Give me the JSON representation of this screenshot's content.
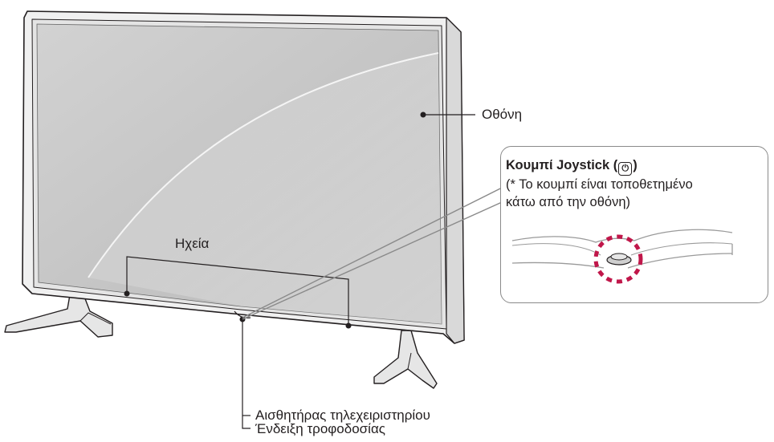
{
  "labels": {
    "screen": "Οθόνη",
    "speakers": "Ηχεία",
    "remote_sensor": "Αισθητήρας τηλεχειριστηρίου",
    "power_indicator": "Ένδειξη τροφοδοσίας"
  },
  "callout": {
    "title_prefix": "Κουμπί Joystick (",
    "title_suffix": ")",
    "power_glyph": "⏻",
    "note_line1": "(* Το κουμπί είναι τοποθετημένο",
    "note_line2": "κάτω από την οθόνη)"
  },
  "colors": {
    "frame_outline": "#231f20",
    "screen_fill": "#bfbfbf",
    "bezel_fill": "#e9e9e9",
    "highlight_dash": "#c0174a",
    "leader_line": "#231f20"
  }
}
